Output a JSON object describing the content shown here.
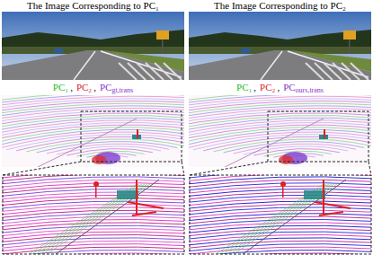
{
  "diagram": {
    "labels": [
      "The Image Corresponding to PC₁",
      "The Image Corresponding to PC₂",
      "PC₁",
      ",",
      "PC₂",
      ",",
      "PC",
      "gt,trans",
      "PC₁",
      ",",
      "PC₂",
      ",",
      "PC",
      "ours,trans"
    ]
  }
}
